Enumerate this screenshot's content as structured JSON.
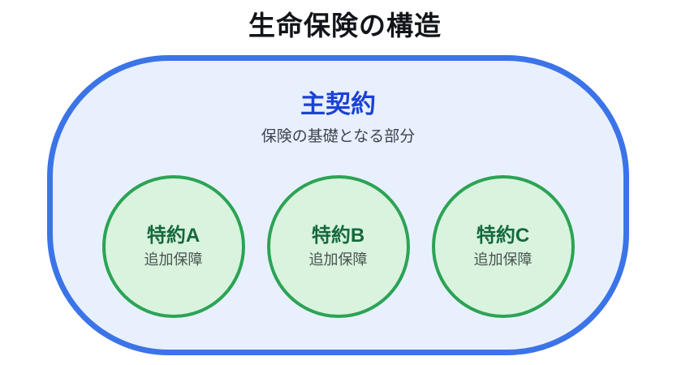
{
  "title": "生命保険の構造",
  "main_contract": {
    "label": "主契約",
    "description": "保険の基礎となる部分"
  },
  "riders": [
    {
      "label": "特約A",
      "sublabel": "追加保障"
    },
    {
      "label": "特約B",
      "sublabel": "追加保障"
    },
    {
      "label": "特約C",
      "sublabel": "追加保障"
    }
  ],
  "colors": {
    "container_border_blue": "#3b74e8",
    "container_fill_blue": "#e9f0fd",
    "main_label_blue": "#1c41d8",
    "circle_border_green": "#2ca355",
    "circle_fill_green": "#d9f3de",
    "rider_label_green": "#15693c",
    "title_text": "#111418",
    "muted_text": "#3d4450"
  }
}
